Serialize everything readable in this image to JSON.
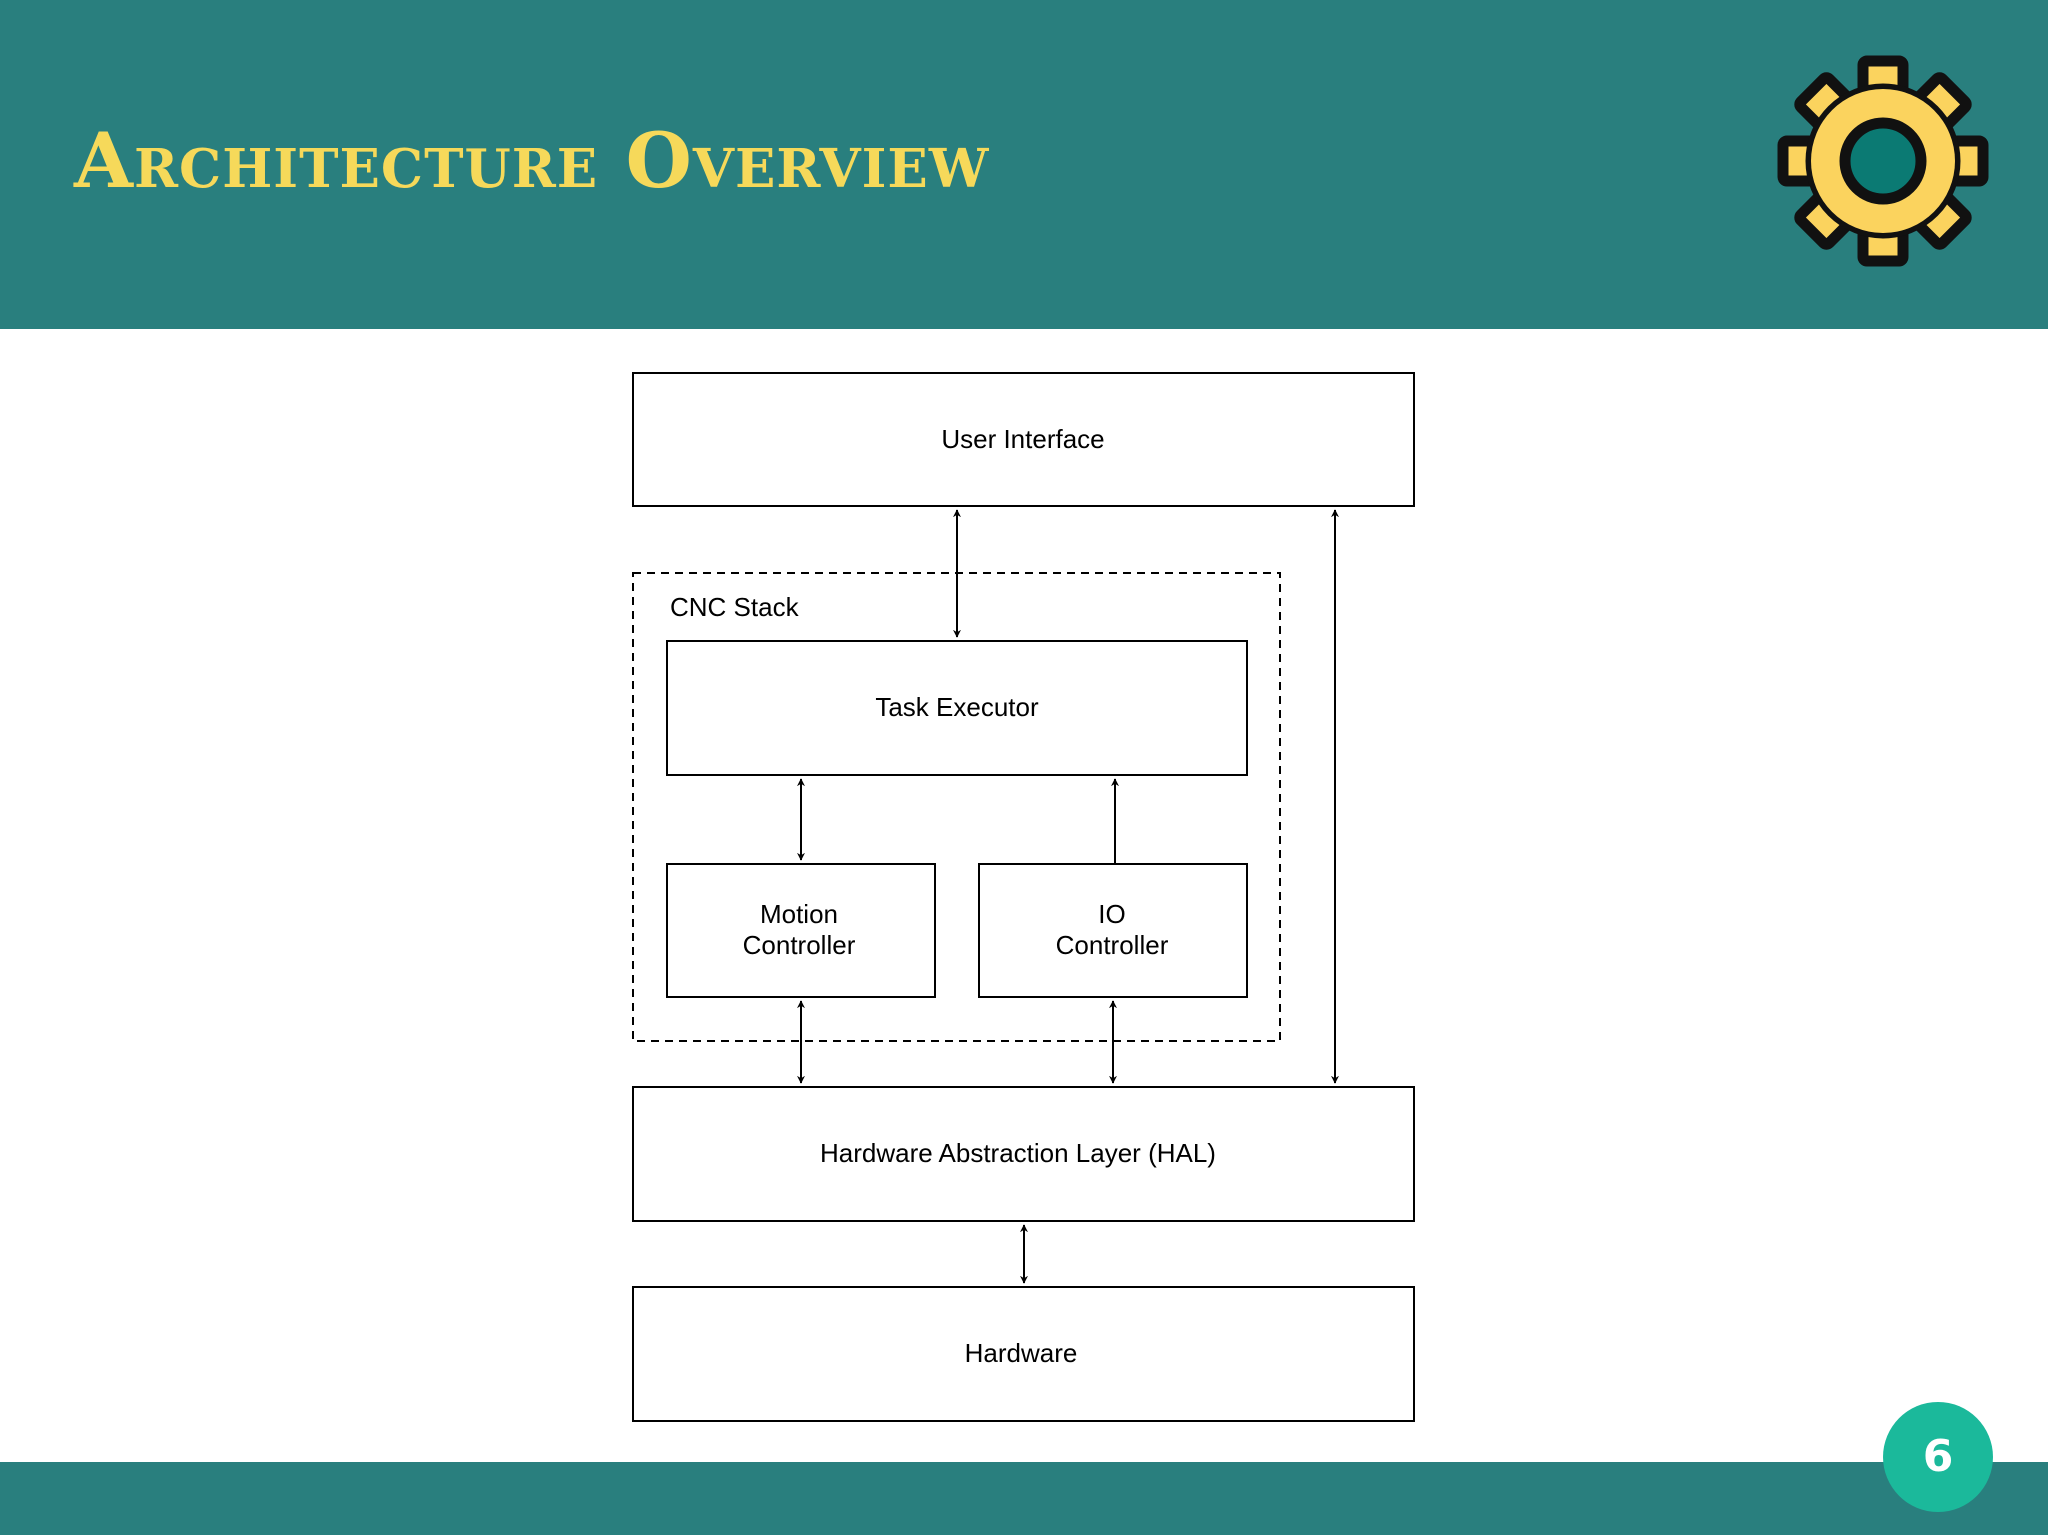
{
  "slide": {
    "title": "Architecture Overview",
    "page_number": "6",
    "icon": "gear-icon",
    "colors": {
      "header": "#297f7e",
      "title": "#f6d95a",
      "badge": "#1bb99b",
      "gear": "#fbd35e",
      "gear_hub": "#0b7a73"
    }
  },
  "diagram": {
    "group_label": "CNC Stack",
    "nodes": {
      "user_interface": "User Interface",
      "task_executor": "Task Executor",
      "motion_controller": [
        "Motion",
        "Controller"
      ],
      "io_controller": [
        "IO",
        "Controller"
      ],
      "hal": "Hardware Abstraction Layer (HAL)",
      "hardware": "Hardware"
    },
    "connections": [
      {
        "from": "User Interface",
        "to": "Task Executor",
        "bidirectional": true
      },
      {
        "from": "User Interface",
        "to": "Hardware Abstraction Layer (HAL)",
        "bidirectional": true
      },
      {
        "from": "Task Executor",
        "to": "Motion Controller",
        "bidirectional": true
      },
      {
        "from": "IO Controller",
        "to": "Task Executor",
        "bidirectional": false
      },
      {
        "from": "Motion Controller",
        "to": "Hardware Abstraction Layer (HAL)",
        "bidirectional": true
      },
      {
        "from": "IO Controller",
        "to": "Hardware Abstraction Layer (HAL)",
        "bidirectional": true
      },
      {
        "from": "Hardware Abstraction Layer (HAL)",
        "to": "Hardware",
        "bidirectional": true
      }
    ]
  }
}
